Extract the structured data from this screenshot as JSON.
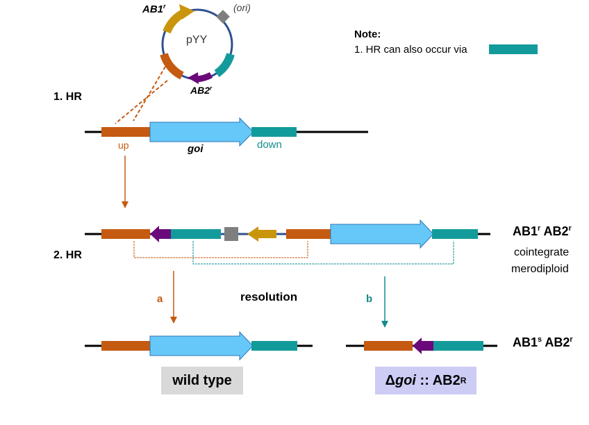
{
  "plasmid": {
    "name": "pYY",
    "ori_label": "(ori)",
    "ab1_label": "AB1",
    "ab1_sup": "r",
    "ab2_label": "AB2",
    "ab2_sup": "r"
  },
  "note": {
    "title": "Note:",
    "line1": "1. HR can also occur via"
  },
  "step1": {
    "label": "1. HR",
    "up": "up",
    "goi": "goi",
    "down": "down"
  },
  "step2": {
    "label": "2. HR",
    "genotype_main": "AB1",
    "genotype_sup1": "r",
    "genotype_mid": " AB2",
    "genotype_sup2": "r",
    "desc_line1": "cointegrate",
    "desc_line2": "merodiploid"
  },
  "resolution": {
    "label": "resolution",
    "path_a": "a",
    "path_b": "b"
  },
  "outcomes": {
    "right_genotype_main": "AB1",
    "right_genotype_sup1": "s",
    "right_genotype_mid": " AB2",
    "right_genotype_sup2": "r",
    "wild_type": "wild type",
    "delta": "Δ",
    "goi": "goi",
    "rest": " :: AB2",
    "rest_sup": "R"
  },
  "colors": {
    "orange": "#C55A11",
    "blue": "#66C8F8",
    "teal": "#139B9B",
    "gold": "#C9950C",
    "purple": "#6A0A7A",
    "gray": "#7F7F7F",
    "plasmid_ring": "#2F4F8F"
  }
}
